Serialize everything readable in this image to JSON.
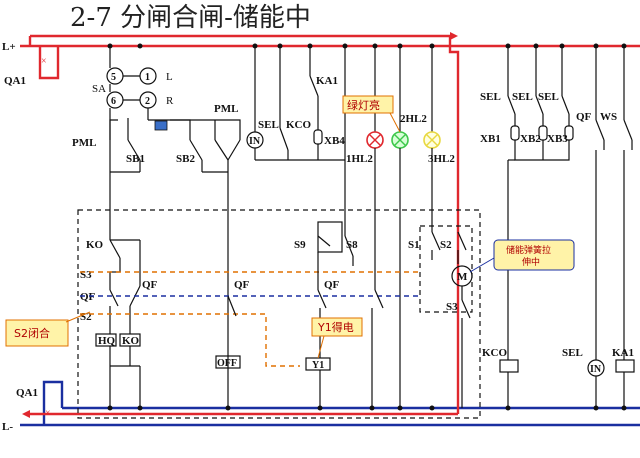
{
  "title": "2-7      分闸合闸-储能中",
  "bus": {
    "positive": "L+",
    "negative": "L-"
  },
  "breaker": {
    "top": "QA1",
    "bottom": "QA1"
  },
  "selector": {
    "sa": "SA",
    "c5": "5",
    "c1": "1",
    "c6": "6",
    "c2": "2",
    "l": "L",
    "r": "R"
  },
  "labels": {
    "pml_left": "PML",
    "pml_top": "PML",
    "sb1": "SB1",
    "sb2": "SB2",
    "in1": "IN",
    "sel1": "SEL",
    "kco1": "KCO",
    "ka1_top": "KA1",
    "xb4": "XB4",
    "hl1": "1HL2",
    "hl2": "2HL2",
    "hl3": "3HL2",
    "sel_a": "SEL",
    "sel_b": "SEL",
    "sel_c": "SEL",
    "qf_right": "QF",
    "ws": "WS",
    "xb1": "XB1",
    "xb2": "XB2",
    "xb3": "XB3",
    "ko": "KO",
    "s3_left": "S3",
    "qf_left": "QF",
    "qf_left2": "QF",
    "s2_left": "S2",
    "hq": "HQ",
    "ko_coil": "KO",
    "qf_mid": "QF",
    "off": "OFF",
    "s9": "S9",
    "s8": "S8",
    "qf_y": "QF",
    "y1": "Y1",
    "s1": "S1",
    "s2_right": "S2",
    "s3_right": "S3",
    "motor": "M",
    "kco_coil": "KCO",
    "sel_coil": "SEL",
    "in2": "IN",
    "ka1_coil": "KA1"
  },
  "callouts": {
    "green_light": "绿灯亮",
    "s2_close": "S2闭合",
    "y1_energized": "Y1得电",
    "storing_line1": "储能弹簧拉",
    "storing_line2": "伸中"
  },
  "colors": {
    "energized": "#e0282e",
    "return": "#1a2fa0",
    "callout_fill": "#fff3a8",
    "callout_border": "#e07000",
    "green_lamp": "#3cc84a",
    "red_lamp": "#e0282e",
    "yellow_lamp": "#f0e050"
  }
}
